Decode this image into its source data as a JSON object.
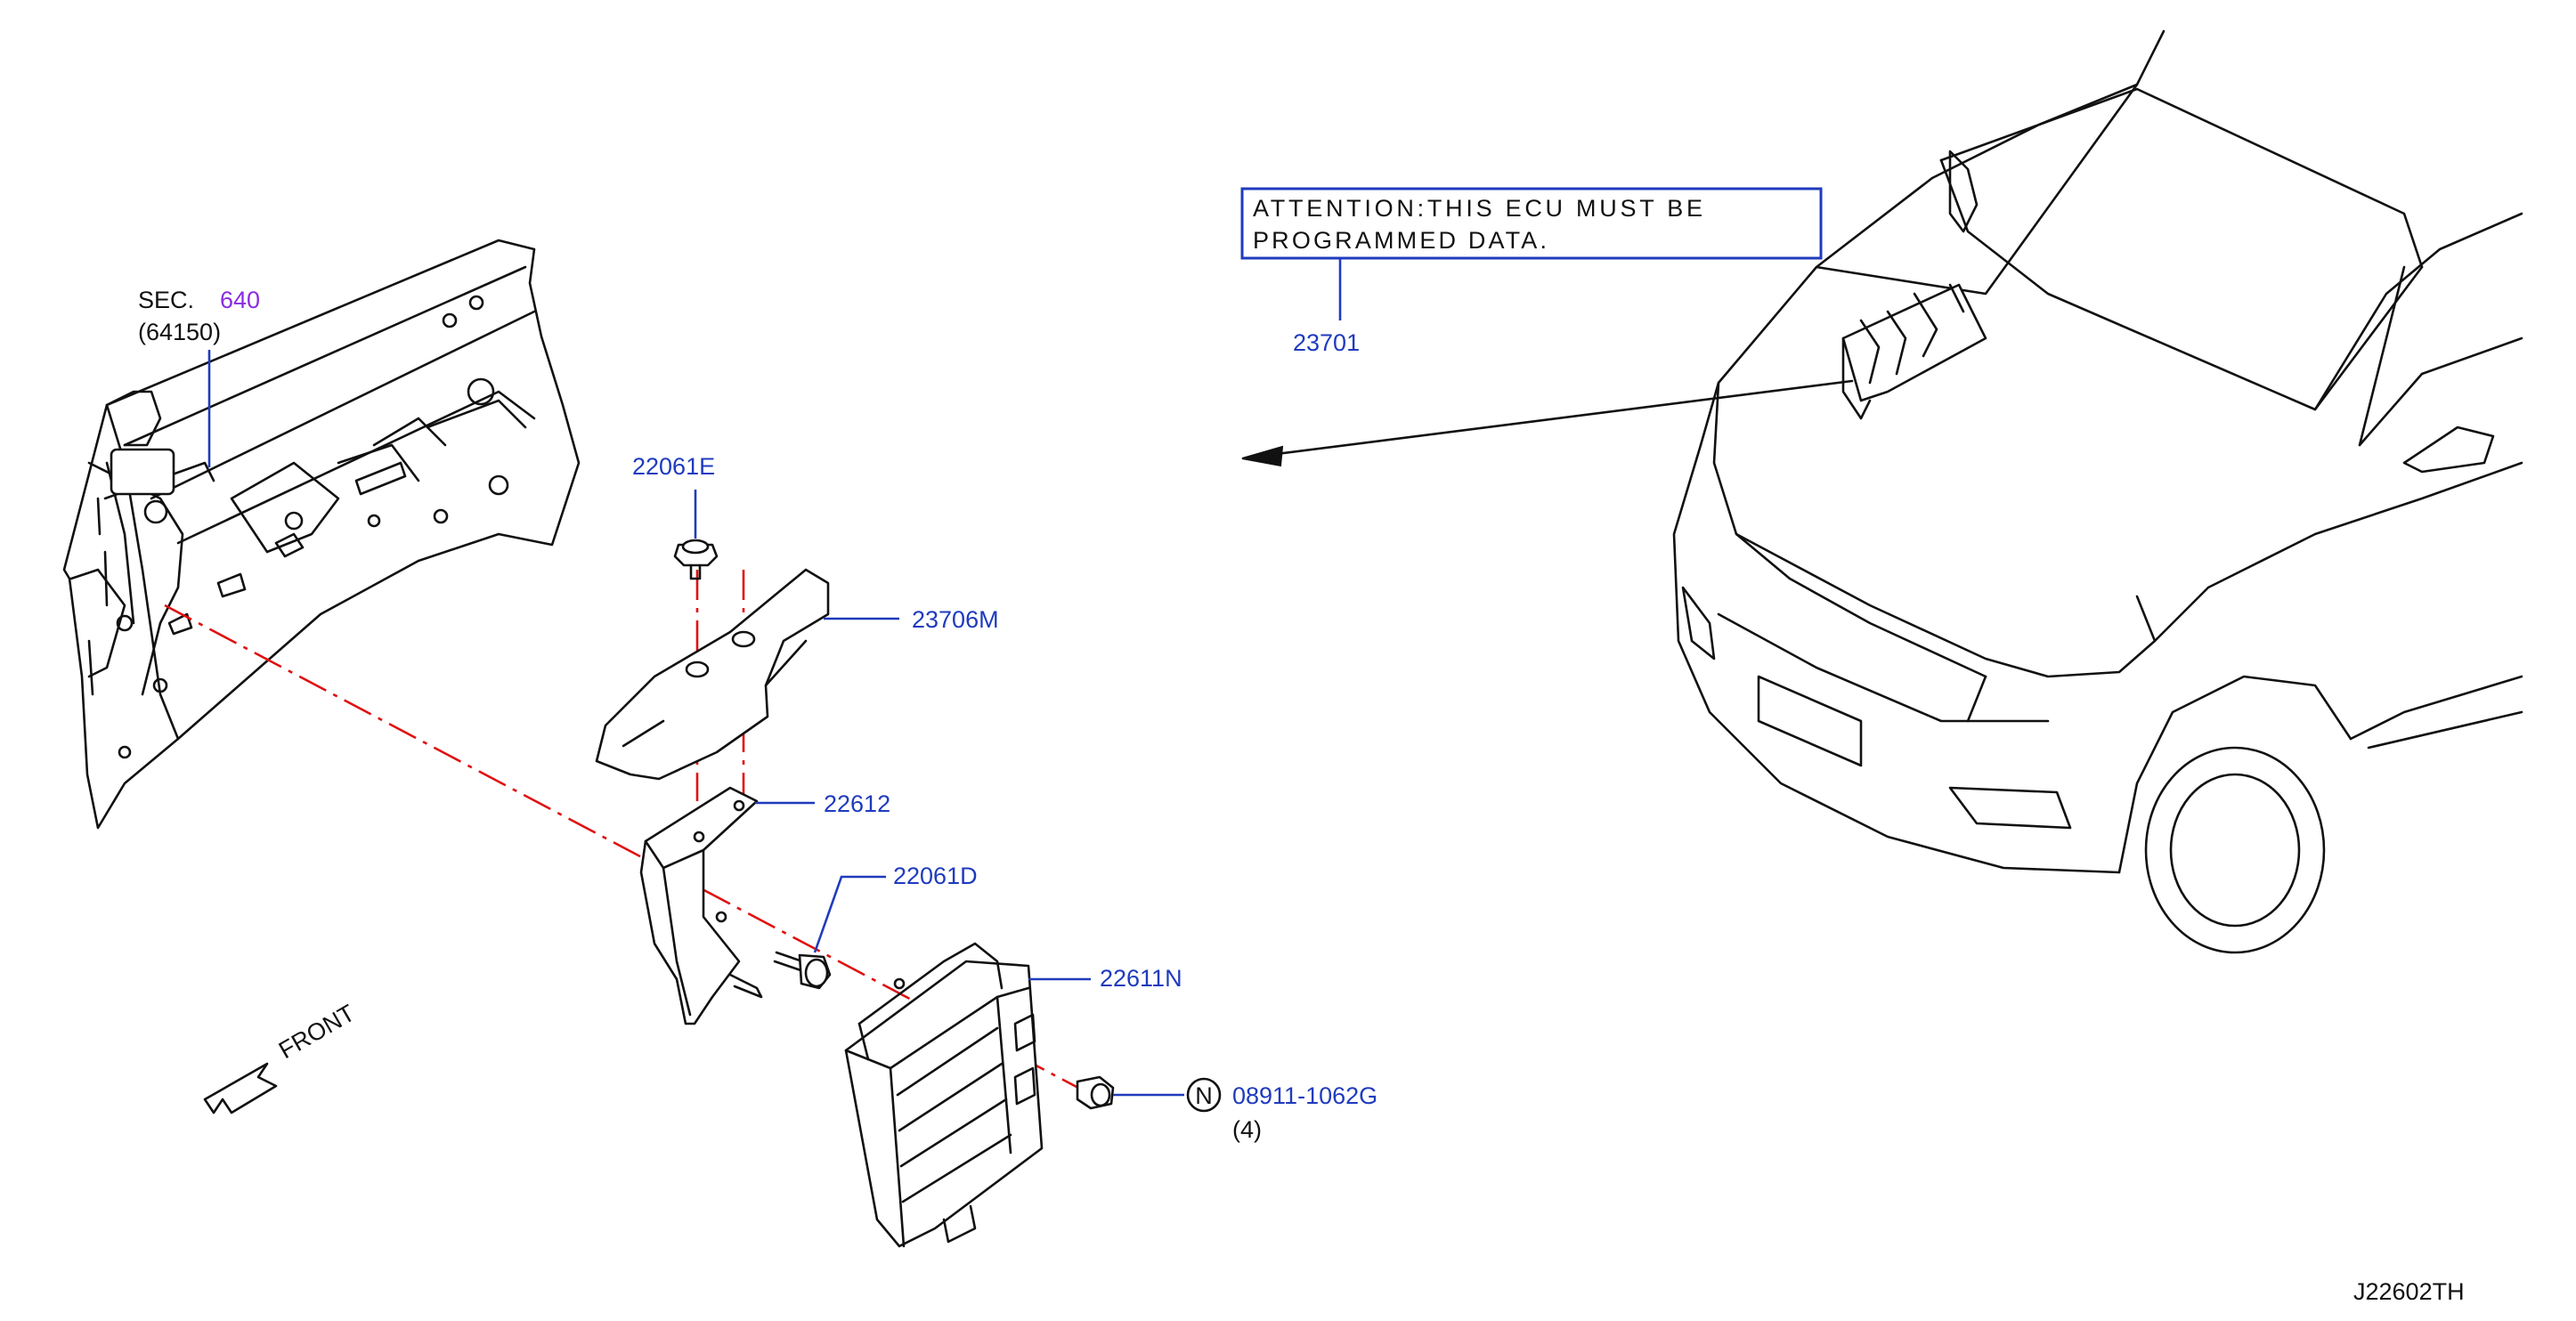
{
  "diagram_code": "J22602TH",
  "notice": {
    "line1": "ATTENTION:THIS ECU MUST BE",
    "line2": "PROGRAMMED DATA."
  },
  "section_ref": {
    "prefix": "SEC.",
    "number": "640",
    "sub": "(64150)"
  },
  "parts": {
    "p23701": "23701",
    "p22061E": "22061E",
    "p23706M": "23706M",
    "p22612": "22612",
    "p22061D": "22061D",
    "p22611N": "22611N",
    "p08911": "08911-1062G",
    "p08911_qty": "(4)",
    "p08911_symbol": "N"
  },
  "front_label": "FRONT",
  "colors": {
    "label_blue": "#1f3bbd",
    "section_purple": "#8a2be2",
    "centerline_red": "#e01010",
    "line_black": "#111111"
  }
}
